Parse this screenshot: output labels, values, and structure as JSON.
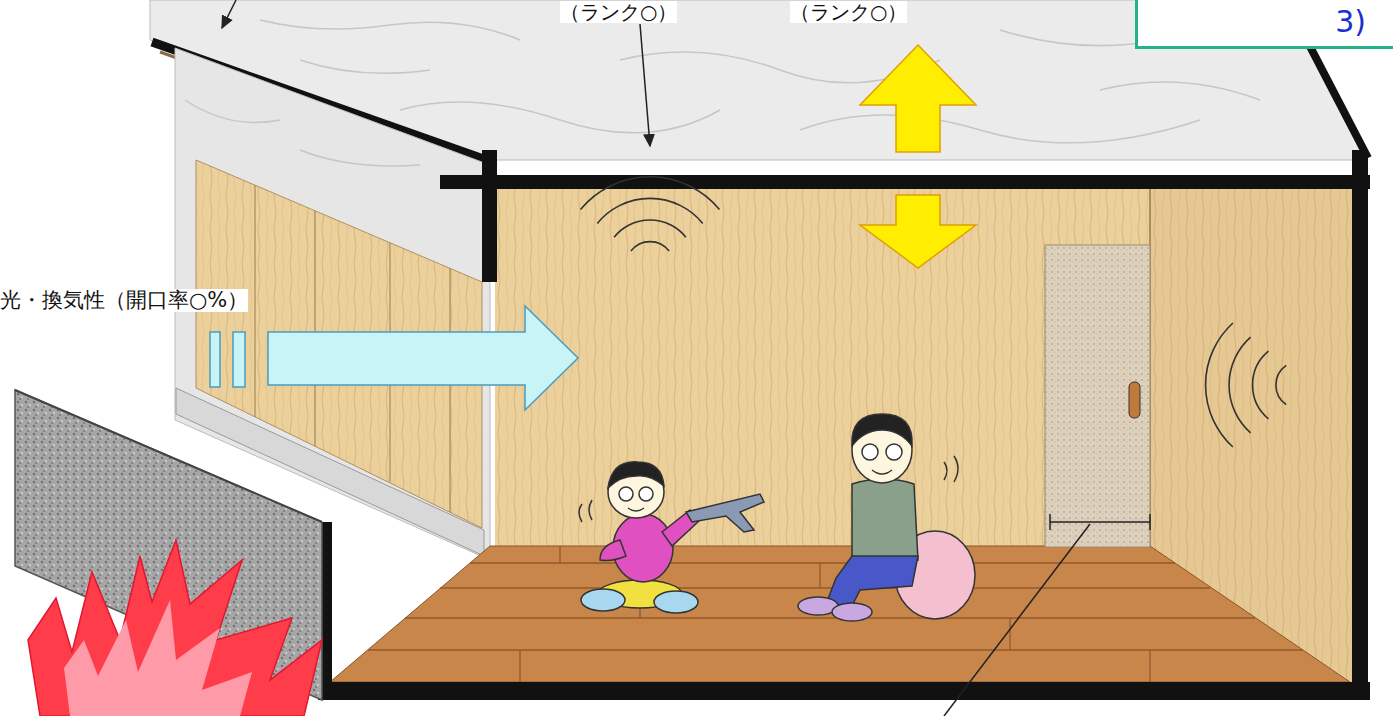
{
  "diagram": {
    "nodes": [
      {
        "text": [
          "3)"
        ]
      }
    ],
    "labels": [
      "（ランク○）",
      "（ランク○）",
      "光・換気性（開口率○%）"
    ]
  }
}
